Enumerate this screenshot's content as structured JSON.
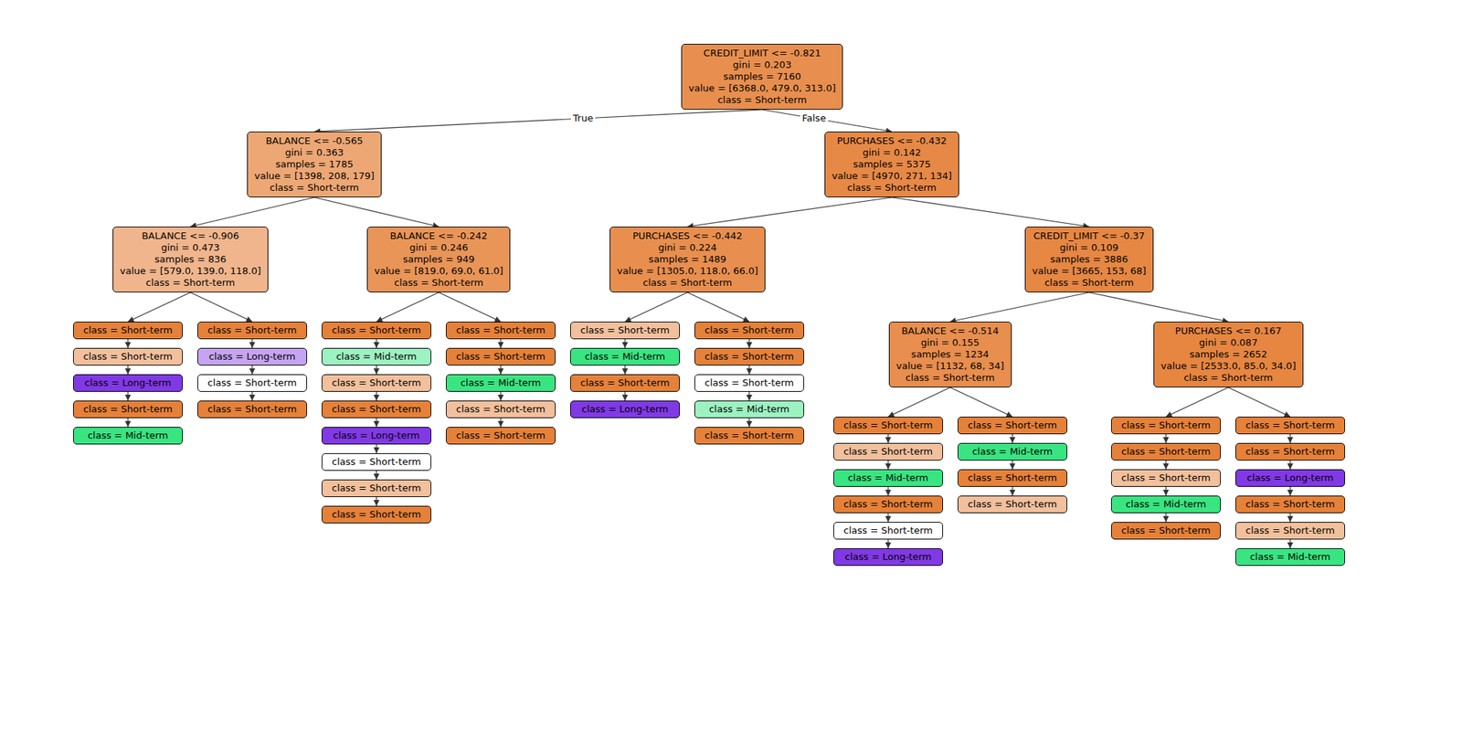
{
  "diagram": {
    "nodes": [
      {
        "text": [
          "CREDIT_LIMIT <= -0.821",
          "gini = 0.203",
          "samples = 7160",
          "value = [6368.0, 479.0, 313.0]",
          "class = Short-term"
        ]
      },
      {
        "text": [
          "BALANCE <= -0.565",
          "gini = 0.363",
          "samples = 1785",
          "value = [1398, 208, 179]",
          "class = Short-term"
        ]
      },
      {
        "text": [
          "PURCHASES <= -0.432",
          "gini = 0.142",
          "samples = 5375",
          "value = [4970, 271, 134]",
          "class = Short-term"
        ]
      },
      {
        "text": [
          "BALANCE <= -0.906",
          "gini = 0.473",
          "samples = 836",
          "value = [579.0, 139.0, 118.0]",
          "class = Short-term"
        ]
      },
      {
        "text": [
          "BALANCE <= -0.242",
          "gini = 0.246",
          "samples = 949",
          "value = [819.0, 69.0, 61.0]",
          "class = Short-term"
        ]
      },
      {
        "text": [
          "PURCHASES <= -0.442",
          "gini = 0.224",
          "samples = 1489",
          "value = [1305.0, 118.0, 66.0]",
          "class = Short-term"
        ]
      },
      {
        "text": [
          "CREDIT_LIMIT <= -0.37",
          "gini = 0.109",
          "samples = 3886",
          "value = [3665, 153, 68]",
          "class = Short-term"
        ]
      },
      {
        "text": [
          "BALANCE <= -0.514",
          "gini = 0.155",
          "samples = 1234",
          "value = [1132, 68, 34]",
          "class = Short-term"
        ]
      },
      {
        "text": [
          "PURCHASES <= 0.167",
          "gini = 0.087",
          "samples = 2652",
          "value = [2533.0, 85.0, 34.0]",
          "class = Short-term"
        ]
      },
      {
        "text": [
          "class = Short-term"
        ]
      },
      {
        "text": [
          "class = Short-term"
        ]
      },
      {
        "text": [
          "class = Long-term"
        ]
      },
      {
        "text": [
          "class = Short-term"
        ]
      },
      {
        "text": [
          "class = Mid-term"
        ]
      },
      {
        "text": [
          "class = Short-term"
        ]
      },
      {
        "text": [
          "class = Long-term"
        ]
      },
      {
        "text": [
          "class = Short-term"
        ]
      },
      {
        "text": [
          "class = Short-term"
        ]
      },
      {
        "text": [
          "class = Short-term"
        ]
      },
      {
        "text": [
          "class = Mid-term"
        ]
      },
      {
        "text": [
          "class = Short-term"
        ]
      },
      {
        "text": [
          "class = Short-term"
        ]
      },
      {
        "text": [
          "class = Long-term"
        ]
      },
      {
        "text": [
          "class = Short-term"
        ]
      },
      {
        "text": [
          "class = Short-term"
        ]
      },
      {
        "text": [
          "class = Short-term"
        ]
      },
      {
        "text": [
          "class = Short-term"
        ]
      },
      {
        "text": [
          "class = Short-term"
        ]
      },
      {
        "text": [
          "class = Mid-term"
        ]
      },
      {
        "text": [
          "class = Short-term"
        ]
      },
      {
        "text": [
          "class = Short-term"
        ]
      },
      {
        "text": [
          "class = Short-term"
        ]
      },
      {
        "text": [
          "class = Mid-term"
        ]
      },
      {
        "text": [
          "class = Short-term"
        ]
      },
      {
        "text": [
          "class = Long-term"
        ]
      },
      {
        "text": [
          "class = Short-term"
        ]
      },
      {
        "text": [
          "class = Short-term"
        ]
      },
      {
        "text": [
          "class = Short-term"
        ]
      },
      {
        "text": [
          "class = Mid-term"
        ]
      },
      {
        "text": [
          "class = Short-term"
        ]
      },
      {
        "text": [
          "class = Short-term"
        ]
      },
      {
        "text": [
          "class = Short-term"
        ]
      },
      {
        "text": [
          "class = Mid-term"
        ]
      },
      {
        "text": [
          "class = Short-term"
        ]
      },
      {
        "text": [
          "class = Short-term"
        ]
      },
      {
        "text": [
          "class = Long-term"
        ]
      },
      {
        "text": [
          "class = Short-term"
        ]
      },
      {
        "text": [
          "class = Mid-term"
        ]
      },
      {
        "text": [
          "class = Short-term"
        ]
      },
      {
        "text": [
          "class = Short-term"
        ]
      },
      {
        "text": [
          "class = Short-term"
        ]
      },
      {
        "text": [
          "class = Short-term"
        ]
      },
      {
        "text": [
          "class = Short-term"
        ]
      },
      {
        "text": [
          "class = Mid-term"
        ]
      },
      {
        "text": [
          "class = Short-term"
        ]
      },
      {
        "text": [
          "class = Short-term"
        ]
      },
      {
        "text": [
          "class = Short-term"
        ]
      },
      {
        "text": [
          "class = Long-term"
        ]
      },
      {
        "text": [
          "class = Short-term"
        ]
      },
      {
        "text": [
          "class = Short-term"
        ]
      },
      {
        "text": [
          "class = Mid-term"
        ]
      }
    ],
    "edges": [
      {
        "from": 0,
        "to": 1,
        "arrow": "to",
        "label": "True"
      },
      {
        "from": 0,
        "to": 2,
        "arrow": "to",
        "label": "False"
      },
      {
        "from": 1,
        "to": 3,
        "arrow": "to"
      },
      {
        "from": 1,
        "to": 4,
        "arrow": "to"
      },
      {
        "from": 2,
        "to": 5,
        "arrow": "to"
      },
      {
        "from": 2,
        "to": 6,
        "arrow": "to"
      },
      {
        "from": 6,
        "to": 7,
        "arrow": "to"
      },
      {
        "from": 6,
        "to": 8,
        "arrow": "to"
      },
      {
        "from": 3,
        "to": 9,
        "arrow": "to"
      },
      {
        "from": 9,
        "to": 10,
        "arrow": "to"
      },
      {
        "from": 10,
        "to": 11,
        "arrow": "to"
      },
      {
        "from": 11,
        "to": 12,
        "arrow": "to"
      },
      {
        "from": 12,
        "to": 13,
        "arrow": "to"
      },
      {
        "from": 3,
        "to": 14,
        "arrow": "to"
      },
      {
        "from": 14,
        "to": 15,
        "arrow": "to"
      },
      {
        "from": 15,
        "to": 16,
        "arrow": "to"
      },
      {
        "from": 16,
        "to": 17,
        "arrow": "to"
      },
      {
        "from": 4,
        "to": 18,
        "arrow": "to"
      },
      {
        "from": 18,
        "to": 19,
        "arrow": "to"
      },
      {
        "from": 19,
        "to": 20,
        "arrow": "to"
      },
      {
        "from": 20,
        "to": 21,
        "arrow": "to"
      },
      {
        "from": 21,
        "to": 22,
        "arrow": "to"
      },
      {
        "from": 22,
        "to": 23,
        "arrow": "to"
      },
      {
        "from": 23,
        "to": 24,
        "arrow": "to"
      },
      {
        "from": 24,
        "to": 25,
        "arrow": "to"
      },
      {
        "from": 4,
        "to": 26,
        "arrow": "to"
      },
      {
        "from": 26,
        "to": 27,
        "arrow": "to"
      },
      {
        "from": 27,
        "to": 28,
        "arrow": "to"
      },
      {
        "from": 28,
        "to": 29,
        "arrow": "to"
      },
      {
        "from": 29,
        "to": 30,
        "arrow": "to"
      },
      {
        "from": 5,
        "to": 31,
        "arrow": "to"
      },
      {
        "from": 31,
        "to": 32,
        "arrow": "to"
      },
      {
        "from": 32,
        "to": 33,
        "arrow": "to"
      },
      {
        "from": 33,
        "to": 34,
        "arrow": "to"
      },
      {
        "from": 5,
        "to": 35,
        "arrow": "to"
      },
      {
        "from": 35,
        "to": 36,
        "arrow": "to"
      },
      {
        "from": 36,
        "to": 37,
        "arrow": "to"
      },
      {
        "from": 37,
        "to": 38,
        "arrow": "to"
      },
      {
        "from": 38,
        "to": 39,
        "arrow": "to"
      },
      {
        "from": 7,
        "to": 40,
        "arrow": "to"
      },
      {
        "from": 40,
        "to": 41,
        "arrow": "to"
      },
      {
        "from": 41,
        "to": 42,
        "arrow": "to"
      },
      {
        "from": 42,
        "to": 43,
        "arrow": "to"
      },
      {
        "from": 43,
        "to": 44,
        "arrow": "to"
      },
      {
        "from": 44,
        "to": 45,
        "arrow": "to"
      },
      {
        "from": 7,
        "to": 46,
        "arrow": "to"
      },
      {
        "from": 46,
        "to": 47,
        "arrow": "to"
      },
      {
        "from": 47,
        "to": 48,
        "arrow": "to"
      },
      {
        "from": 48,
        "to": 49,
        "arrow": "to"
      },
      {
        "from": 8,
        "to": 50,
        "arrow": "to"
      },
      {
        "from": 50,
        "to": 51,
        "arrow": "to"
      },
      {
        "from": 51,
        "to": 52,
        "arrow": "to"
      },
      {
        "from": 52,
        "to": 53,
        "arrow": "to"
      },
      {
        "from": 53,
        "to": 54,
        "arrow": "to"
      },
      {
        "from": 8,
        "to": 55,
        "arrow": "to"
      },
      {
        "from": 55,
        "to": 56,
        "arrow": "to"
      },
      {
        "from": 56,
        "to": 57,
        "arrow": "to"
      },
      {
        "from": 57,
        "to": 58,
        "arrow": "to"
      },
      {
        "from": 58,
        "to": 59,
        "arrow": "to"
      },
      {
        "from": 59,
        "to": 60,
        "arrow": "to"
      }
    ]
  }
}
